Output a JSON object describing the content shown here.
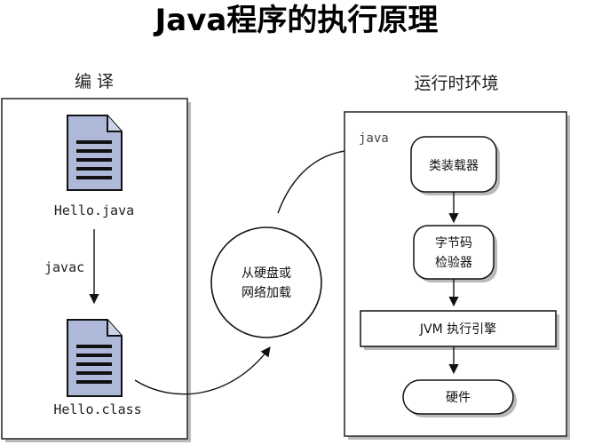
{
  "title": "Java程序的执行原理",
  "compile_section": {
    "label": "编 译",
    "source_file": "Hello.java",
    "compiler": "javac",
    "class_file": "Hello.class"
  },
  "loader": {
    "line1": "从硬盘或",
    "line2": "网络加载"
  },
  "runtime_section": {
    "label": "运行时环境",
    "java_cmd": "java",
    "class_loader": "类装载器",
    "verifier_line1": "字节码",
    "verifier_line2": "检验器",
    "jvm_engine": "JVM 执行引擎",
    "hardware": "硬件"
  },
  "colors": {
    "document_fill": "#aeb9d9",
    "document_outline": "#111111"
  }
}
